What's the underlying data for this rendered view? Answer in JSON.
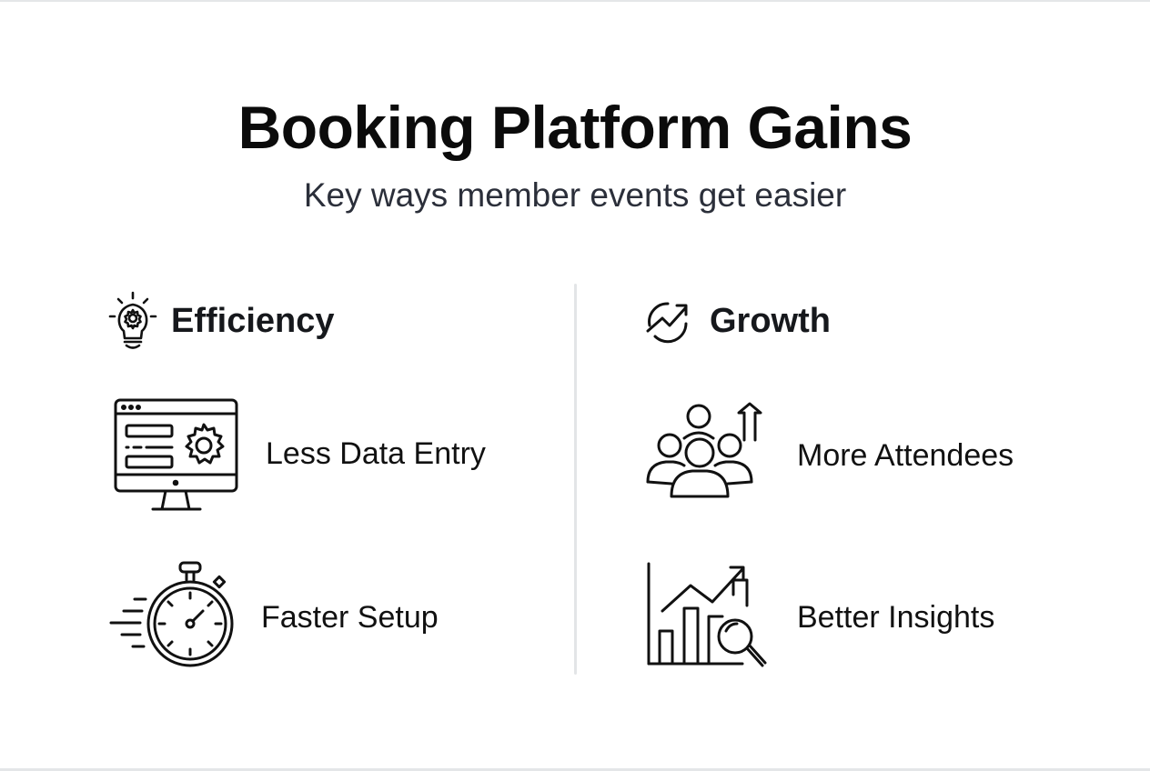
{
  "header": {
    "title": "Booking Platform Gains",
    "subtitle": "Key ways member events get easier"
  },
  "columns": [
    {
      "heading": "Efficiency",
      "heading_icon": "lightbulb-gear-icon",
      "items": [
        {
          "label": "Less Data Entry",
          "icon": "monitor-settings-icon"
        },
        {
          "label": "Faster Setup",
          "icon": "stopwatch-speed-icon"
        }
      ]
    },
    {
      "heading": "Growth",
      "heading_icon": "growth-arrow-icon",
      "items": [
        {
          "label": "More Attendees",
          "icon": "people-up-arrow-icon"
        },
        {
          "label": "Better Insights",
          "icon": "chart-magnifier-icon"
        }
      ]
    }
  ],
  "colors": {
    "title": "#0b0b0b",
    "subtitle": "#2b2f3a",
    "divider": "#e3e5e7",
    "icon_stroke": "#111111",
    "background": "#ffffff"
  }
}
